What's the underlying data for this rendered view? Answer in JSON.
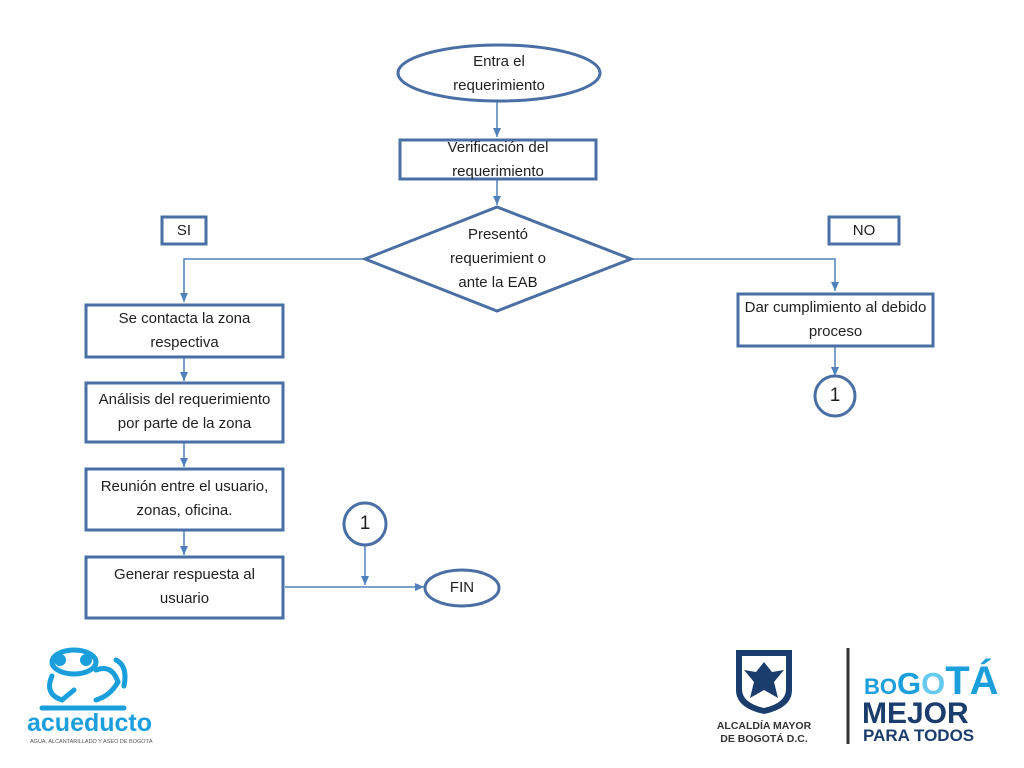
{
  "diagram": {
    "start": "Entra el requerimiento",
    "verify": "Verificación del requerimiento",
    "decision": "Presentó requerimient o ante la EAB",
    "yes_label": "SI",
    "no_label": "NO",
    "contact_zone": "Se contacta la zona respectiva",
    "analysis": "Análisis del requerimiento por parte de la zona",
    "meeting": "Reunión entre el usuario, zonas, oficina.",
    "respond": "Generar respuesta al usuario",
    "end": "FIN",
    "comply": "Dar cumplimiento al debido proceso",
    "connector_out": "1",
    "connector_in": "1"
  },
  "logos": {
    "acueducto": {
      "name": "acueducto",
      "tagline": "AGUA, ALCANTARILLADO Y ASEO DE BOGOTÁ",
      "icon": "frog-icon"
    },
    "alcaldia": {
      "line1": "ALCALDÍA MAYOR",
      "line2": "DE BOGOTÁ D.C.",
      "icon": "coat-of-arms-icon"
    },
    "bogota": {
      "prefix_small": "BO",
      "prefix_g": "G",
      "prefix_o": "O",
      "accent": "TÁ",
      "line2": "MEJOR",
      "line3": "PARA TODOS"
    }
  },
  "colors": {
    "box_border": "#4a6fa5",
    "box_fill": "#ffffff",
    "connector": "#4f81bd",
    "logo_blue": "#1a9fdc",
    "logo_navy": "#1b3d6e",
    "logo_dark": "#333333"
  }
}
